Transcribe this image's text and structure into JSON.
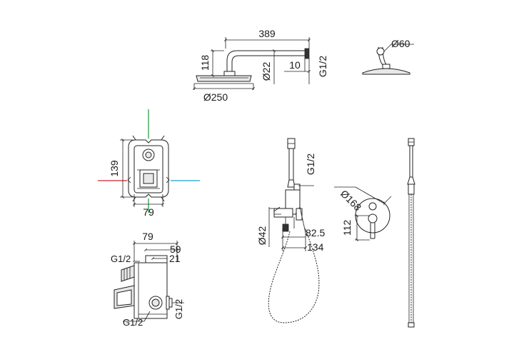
{
  "colors": {
    "line": "#222222",
    "hot_arrow": "#d0202a",
    "cold_arrow": "#1aa0d0",
    "outlet_arrow": "#1a9a3a"
  },
  "shower_arm": {
    "length": "389",
    "height": "118",
    "pipe_diameter": "Ø22",
    "wall_offset": "10",
    "thread": "G1/2",
    "head_diameter": "Ø250"
  },
  "head_side": {
    "diameter": "Ø60"
  },
  "valve_front": {
    "height": "139",
    "width": "79"
  },
  "valve_side": {
    "depth_total": "79",
    "depth_mid": "59",
    "depth_small": "21",
    "thread_top": "G1/2",
    "thread_bottom": "G1/2",
    "thread_right": "G1/2"
  },
  "hand_shower": {
    "thread": "G1/2",
    "diameter": "Ø42",
    "dim_a": "82.5",
    "dim_b": "134"
  },
  "plate": {
    "diameter": "Ø168",
    "offset": "112"
  }
}
